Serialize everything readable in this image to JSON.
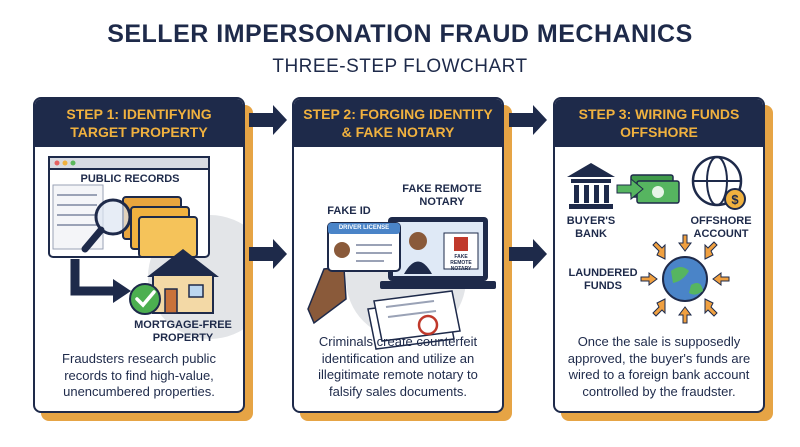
{
  "title": "SELLER IMPERSONATION FRAUD MECHANICS",
  "subtitle": "THREE-STEP FLOWCHART",
  "steps": [
    {
      "heading": "STEP 1: IDENTIFYING TARGET PROPERTY",
      "labels": {
        "records": "PUBLIC RECORDS",
        "property": "MORTGAGE-FREE PROPERTY"
      },
      "description": "Fraudsters research public records to find high-value, unencumbered properties."
    },
    {
      "heading": "STEP 2: FORGING IDENTITY & FAKE NOTARY",
      "labels": {
        "fake_id": "FAKE ID",
        "fake_notary": "FAKE REMOTE NOTARY",
        "license": "DRIVER LICENSE",
        "stamp": "FAKE REMOTE NOTARY"
      },
      "description": "Criminals create counterfeit identification and utilize an illegitimate remote notary to falsify sales documents."
    },
    {
      "heading": "STEP 3: WIRING FUNDS OFFSHORE",
      "labels": {
        "bank": "BUYER'S BANK",
        "offshore": "OFFSHORE ACCOUNT",
        "laundered": "LAUNDERED FUNDS"
      },
      "description": "Once the sale is supposedly approved, the buyer's funds are wired to a foreign bank account controlled by the fraudster."
    }
  ],
  "colors": {
    "navy": "#1e2a4a",
    "gold": "#f0b13f",
    "orange": "#e6a445"
  }
}
